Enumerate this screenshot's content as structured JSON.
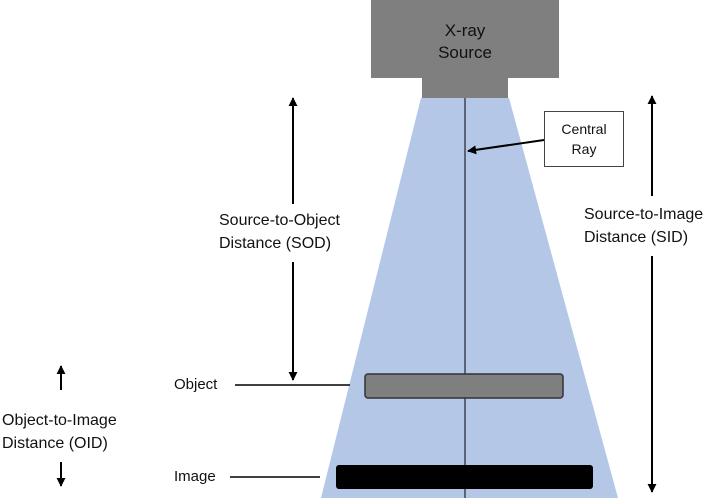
{
  "source": {
    "line1": "X-ray",
    "line2": "Source"
  },
  "central_ray": {
    "line1": "Central",
    "line2": "Ray"
  },
  "sod": {
    "line1": "Source-to-Object",
    "line2": "Distance (SOD)"
  },
  "sid": {
    "line1": "Source-to-Image",
    "line2": "Distance (SID)"
  },
  "oid": {
    "line1": "Object-to-Image",
    "line2": "Distance (OID)"
  },
  "object_label": "Object",
  "image_label": "Image",
  "colors": {
    "source_box": "#7f7f7f",
    "beam": "#b4c7e7",
    "object": "#7f7f7f",
    "image": "#000000",
    "lines": "#000000"
  }
}
